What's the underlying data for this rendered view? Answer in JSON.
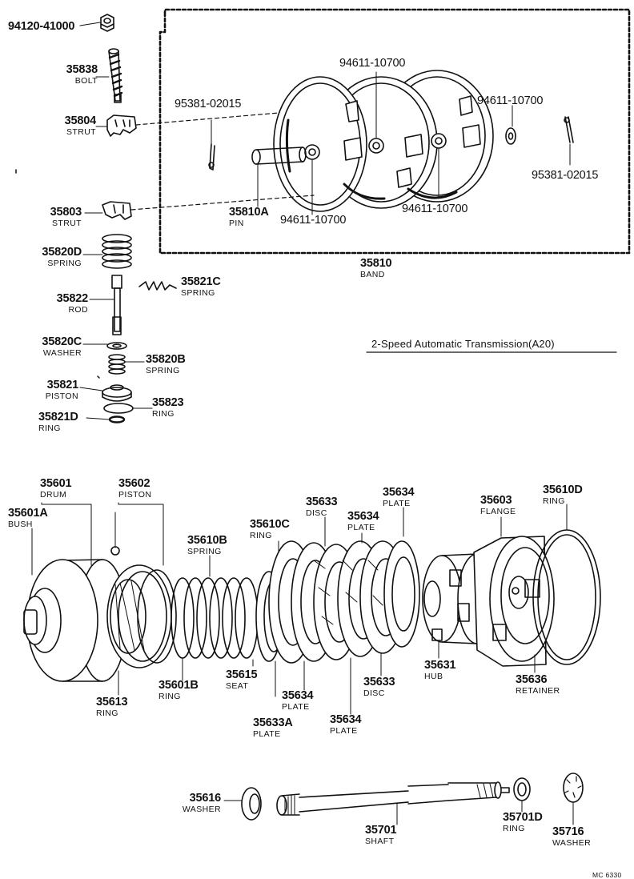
{
  "caption": "2-Speed Automatic Transmission(A20)",
  "diagram_code": "MC 6330",
  "parts": [
    {
      "id": "p1",
      "number": "94120-41000",
      "name": ""
    },
    {
      "id": "p2",
      "number": "35838",
      "name": "BOLT"
    },
    {
      "id": "p3",
      "number": "35804",
      "name": "STRUT"
    },
    {
      "id": "p4",
      "number": "95381-02015",
      "name": ""
    },
    {
      "id": "p5",
      "number": "94611-10700",
      "name": ""
    },
    {
      "id": "p6",
      "number": "94611-10700",
      "name": ""
    },
    {
      "id": "p7",
      "number": "95381-02015",
      "name": ""
    },
    {
      "id": "p8",
      "number": "35810A",
      "name": "PIN"
    },
    {
      "id": "p9",
      "number": "94611-10700",
      "name": ""
    },
    {
      "id": "p10",
      "number": "94611-10700",
      "name": ""
    },
    {
      "id": "p11",
      "number": "35803",
      "name": "STRUT"
    },
    {
      "id": "p12",
      "number": "35810",
      "name": "BAND"
    },
    {
      "id": "p13",
      "number": "35820D",
      "name": "SPRING"
    },
    {
      "id": "p14",
      "number": "35821C",
      "name": "SPRING"
    },
    {
      "id": "p15",
      "number": "35822",
      "name": "ROD"
    },
    {
      "id": "p16",
      "number": "35820C",
      "name": "WASHER"
    },
    {
      "id": "p17",
      "number": "35820B",
      "name": "SPRING"
    },
    {
      "id": "p18",
      "number": "35821",
      "name": "PISTON"
    },
    {
      "id": "p19",
      "number": "35823",
      "name": "RING"
    },
    {
      "id": "p20",
      "number": "35821D",
      "name": "RING"
    },
    {
      "id": "p21",
      "number": "35601",
      "name": "DRUM"
    },
    {
      "id": "p22",
      "number": "35602",
      "name": "PISTON"
    },
    {
      "id": "p23",
      "number": "35601A",
      "name": "BUSH"
    },
    {
      "id": "p24",
      "number": "35633",
      "name": "DISC"
    },
    {
      "id": "p25",
      "number": "35634",
      "name": "PLATE"
    },
    {
      "id": "p26",
      "number": "35634",
      "name": "PLATE"
    },
    {
      "id": "p27",
      "number": "35603",
      "name": "FLANGE"
    },
    {
      "id": "p28",
      "number": "35610D",
      "name": "RING"
    },
    {
      "id": "p29",
      "number": "35610C",
      "name": "RING"
    },
    {
      "id": "p30",
      "number": "35610B",
      "name": "SPRING"
    },
    {
      "id": "p31",
      "number": "35631",
      "name": "HUB"
    },
    {
      "id": "p32",
      "number": "35636",
      "name": "RETAINER"
    },
    {
      "id": "p33",
      "number": "35615",
      "name": "SEAT"
    },
    {
      "id": "p34",
      "number": "35633",
      "name": "DISC"
    },
    {
      "id": "p35",
      "number": "35601B",
      "name": "RING"
    },
    {
      "id": "p36",
      "number": "35634",
      "name": "PLATE"
    },
    {
      "id": "p37",
      "number": "35613",
      "name": "RING"
    },
    {
      "id": "p38",
      "number": "35634",
      "name": "PLATE"
    },
    {
      "id": "p39",
      "number": "35633A",
      "name": "PLATE"
    },
    {
      "id": "p40",
      "number": "35616",
      "name": "WASHER"
    },
    {
      "id": "p41",
      "number": "35701D",
      "name": "RING"
    },
    {
      "id": "p42",
      "number": "35716",
      "name": "WASHER"
    },
    {
      "id": "p43",
      "number": "35701",
      "name": "SHAFT"
    }
  ]
}
